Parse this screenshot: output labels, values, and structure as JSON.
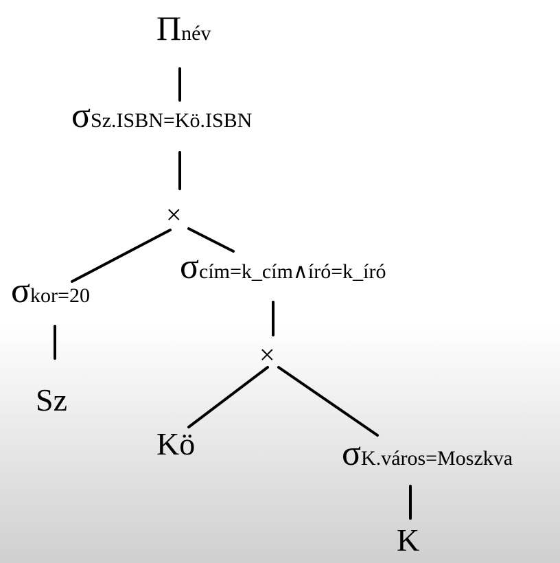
{
  "tree": {
    "projection": {
      "symbol": "Π",
      "sub": "név"
    },
    "select_isbn": {
      "symbol": "σ",
      "sub": "Sz.ISBN=Kö.ISBN"
    },
    "cross_top": {
      "symbol": "×"
    },
    "select_kor": {
      "symbol": "σ",
      "sub": "kor=20"
    },
    "relation_sz": {
      "label": "Sz"
    },
    "select_cim": {
      "symbol": "σ",
      "sub": "cím=k_cím∧író=k_író"
    },
    "cross_bottom": {
      "symbol": "×"
    },
    "relation_ko": {
      "label": "Kö"
    },
    "select_varos": {
      "symbol": "σ",
      "sub": "K.város=Moszkva"
    },
    "relation_k": {
      "label": "K"
    }
  }
}
